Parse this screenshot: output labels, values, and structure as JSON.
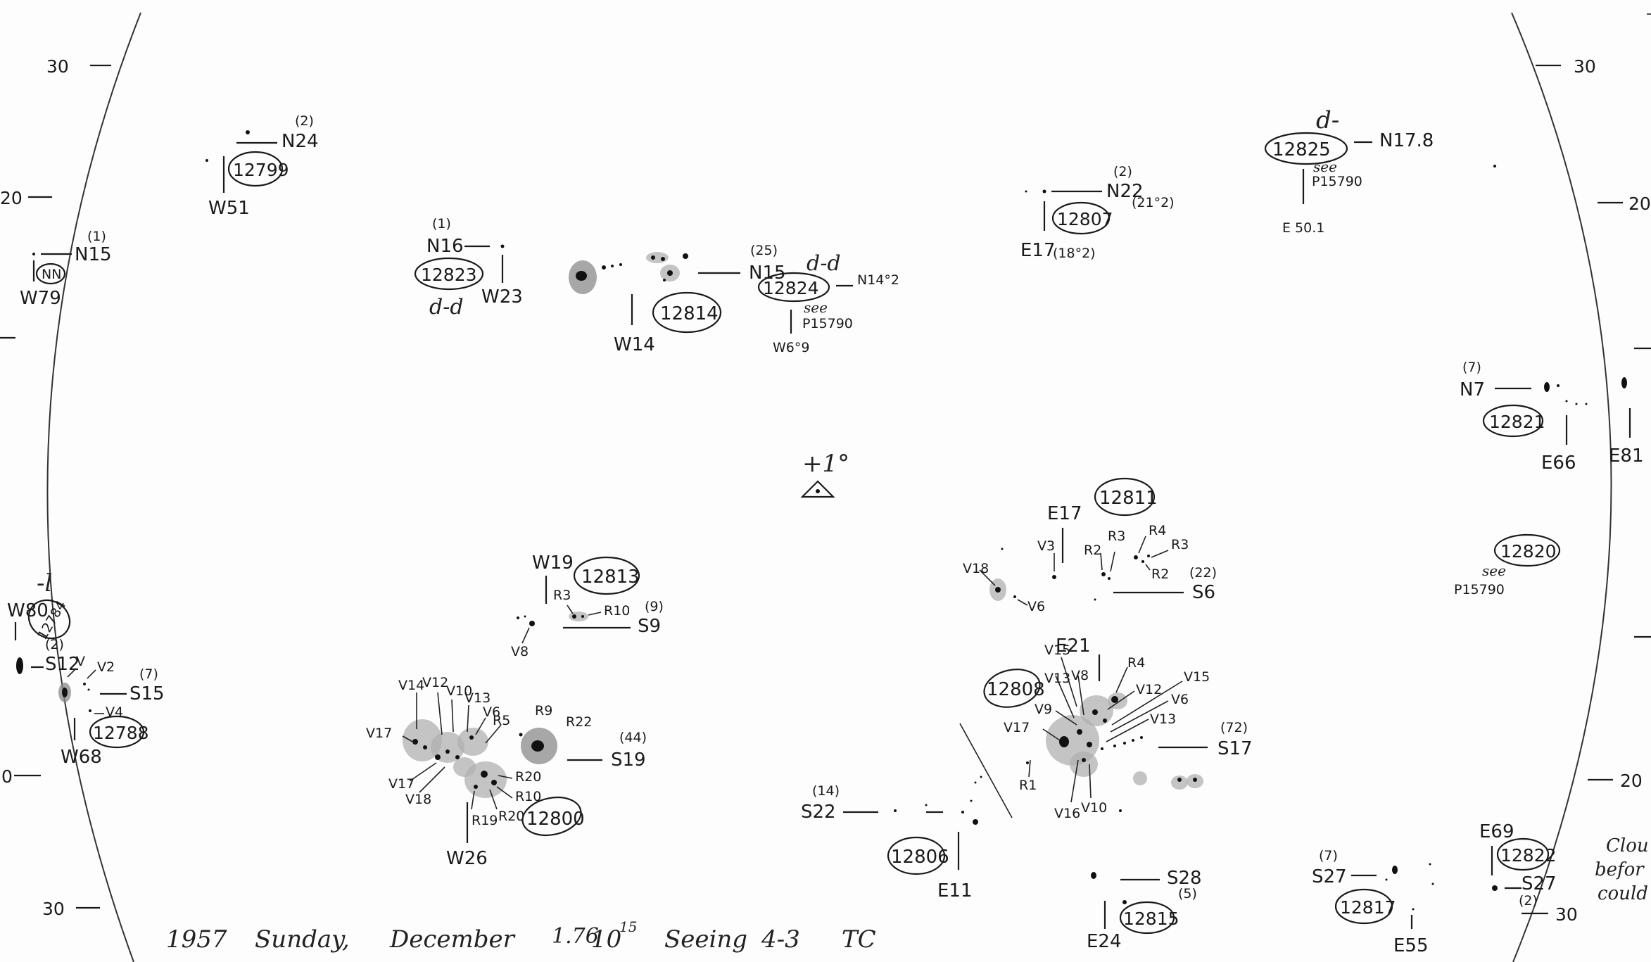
{
  "scale_labels": {
    "left_top": "30",
    "left_20_top": "20",
    "left_20_bottom": "0",
    "left_bottom": "30",
    "right_top": "30",
    "right_20_top": "20",
    "right_20_bottom": "20",
    "right_bottom": "30"
  },
  "center": {
    "label": "+1°"
  },
  "groups": {
    "g12799": {
      "number": "12799",
      "count": "(2)",
      "lat": "N24",
      "lon": "W51"
    },
    "gNN": {
      "number": "NN",
      "count": "(1)",
      "lat": "N15",
      "lon": "W79"
    },
    "g12823": {
      "number": "12823",
      "count": "(1)",
      "lat": "N16",
      "lon": "W23",
      "note": "d-d"
    },
    "g12814": {
      "number": "12814",
      "lon": "W14"
    },
    "g12824": {
      "number": "12824",
      "count": "(25)",
      "lat": "N15",
      "lat2": "N14°2",
      "lon": "W6°9",
      "note": "d-d",
      "ref_see": "see",
      "ref": "P15790"
    },
    "g12807": {
      "number": "12807",
      "count": "(2)",
      "lat": "N22",
      "lat_alt": "(21°2)",
      "lon": "E17",
      "lon_alt": "(18°2)"
    },
    "g12825": {
      "number": "12825",
      "note": "d-",
      "lat": "N17.8",
      "lon": "E 50.1",
      "ref_see": "see",
      "ref": "P15790"
    },
    "g12821": {
      "number": "12821",
      "count": "(7)",
      "lat": "N7",
      "lon": "E66",
      "lon2": "E81"
    },
    "g12811": {
      "number": "12811",
      "count": "(22)",
      "lat": "S6",
      "lon": "E17",
      "spots": [
        "V18",
        "V6",
        "V3",
        "R2",
        "R3",
        "R4",
        "R3",
        "R2"
      ]
    },
    "g12820": {
      "number": "12820",
      "ref_see": "see",
      "ref": "P15790"
    },
    "g12813": {
      "number": "12813",
      "count": "(9)",
      "lat": "S9",
      "lon": "W19",
      "spots": [
        "R3",
        "R10",
        "V8"
      ]
    },
    "g12784": {
      "number": "12784",
      "lon": "W80",
      "note": "-l"
    },
    "g12788": {
      "number": "12788",
      "count": "(2)",
      "count2": "(7)",
      "lat": "S12",
      "lat2": "S15",
      "lon": "W68",
      "spots": [
        "V",
        "V2",
        "V4"
      ]
    },
    "g12800": {
      "number": "12800",
      "count": "(44)",
      "lat": "S19",
      "lon": "W26",
      "spots": [
        "V17",
        "V14",
        "V12",
        "V10",
        "V13",
        "V6",
        "R5",
        "R9",
        "R22",
        "V17",
        "V18",
        "R20",
        "R10",
        "R19",
        "R20"
      ]
    },
    "g12808": {
      "number": "12808",
      "count": "(72)",
      "lat": "S17",
      "lon": "E21",
      "spots": [
        "V15",
        "V13",
        "V8",
        "R4",
        "V12",
        "V15",
        "V6",
        "V9",
        "V13",
        "V17",
        "R1",
        "V16",
        "V10"
      ]
    },
    "g12806": {
      "number": "12806",
      "count": "(14)",
      "lat": "S22",
      "lon": "E11"
    },
    "g12815": {
      "number": "12815",
      "count": "(5)",
      "lat": "S28",
      "lon": "E24"
    },
    "g12817": {
      "number": "12817",
      "count": "(7)",
      "lat": "S27",
      "lon": "E55"
    },
    "g12822": {
      "number": "12822",
      "count": "(2)",
      "lat": "S27",
      "lon": "E69"
    }
  },
  "margin_note": [
    "Clou",
    "befor",
    "could"
  ],
  "footer": {
    "year": "1957",
    "day": "Sunday,",
    "month": "December",
    "date": "1.76",
    "time": "10",
    "time_sup": "15",
    "seeing_label": "Seeing",
    "seeing_value": "4-3",
    "observer": "TC"
  }
}
